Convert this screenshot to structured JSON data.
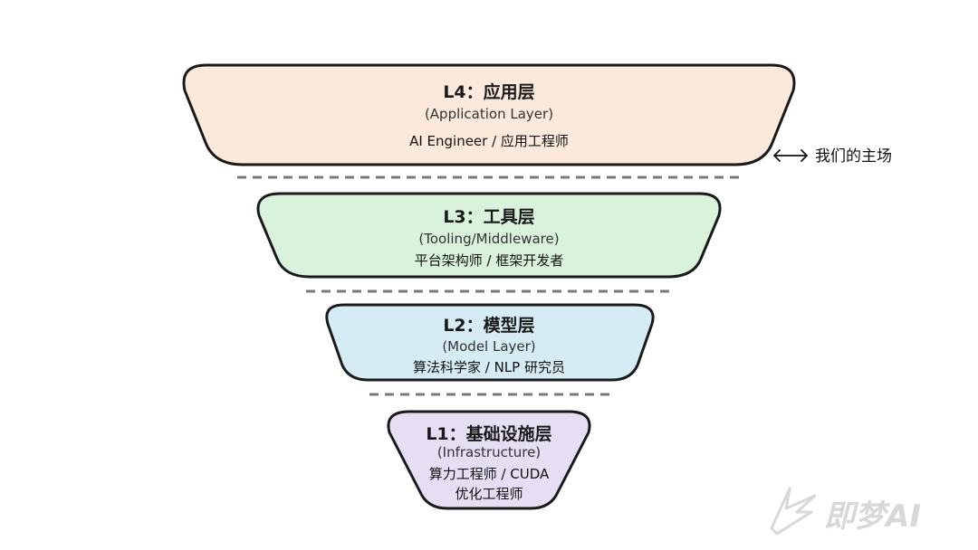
{
  "layers": [
    {
      "title": "L4：应用层",
      "subtitle": "(Application Layer)",
      "roles": [
        "AI Engineer / 应用工程师"
      ],
      "fill": "#fbeadb"
    },
    {
      "title": "L3：工具层",
      "subtitle": "(Tooling/Middleware)",
      "roles": [
        "平台架构师 / 框架开发者"
      ],
      "fill": "#d9f2dc"
    },
    {
      "title": "L2：模型层",
      "subtitle": "(Model Layer)",
      "roles": [
        "算法科学家 / NLP 研究员"
      ],
      "fill": "#d6ecf5"
    },
    {
      "title": "L1：基础设施层",
      "subtitle": "(Infrastructure)",
      "roles": [
        "算力工程师 / CUDA",
        "优化工程师"
      ],
      "fill": "#e6def2"
    }
  ],
  "side_note": {
    "arrow_icon": "double-arrow-icon",
    "text": "我们的主场"
  },
  "watermark": {
    "text": "即梦AI",
    "icon": "spark-logo-icon"
  },
  "colors": {
    "outline": "#1a1a1a",
    "divider": "#7a7a7a"
  }
}
